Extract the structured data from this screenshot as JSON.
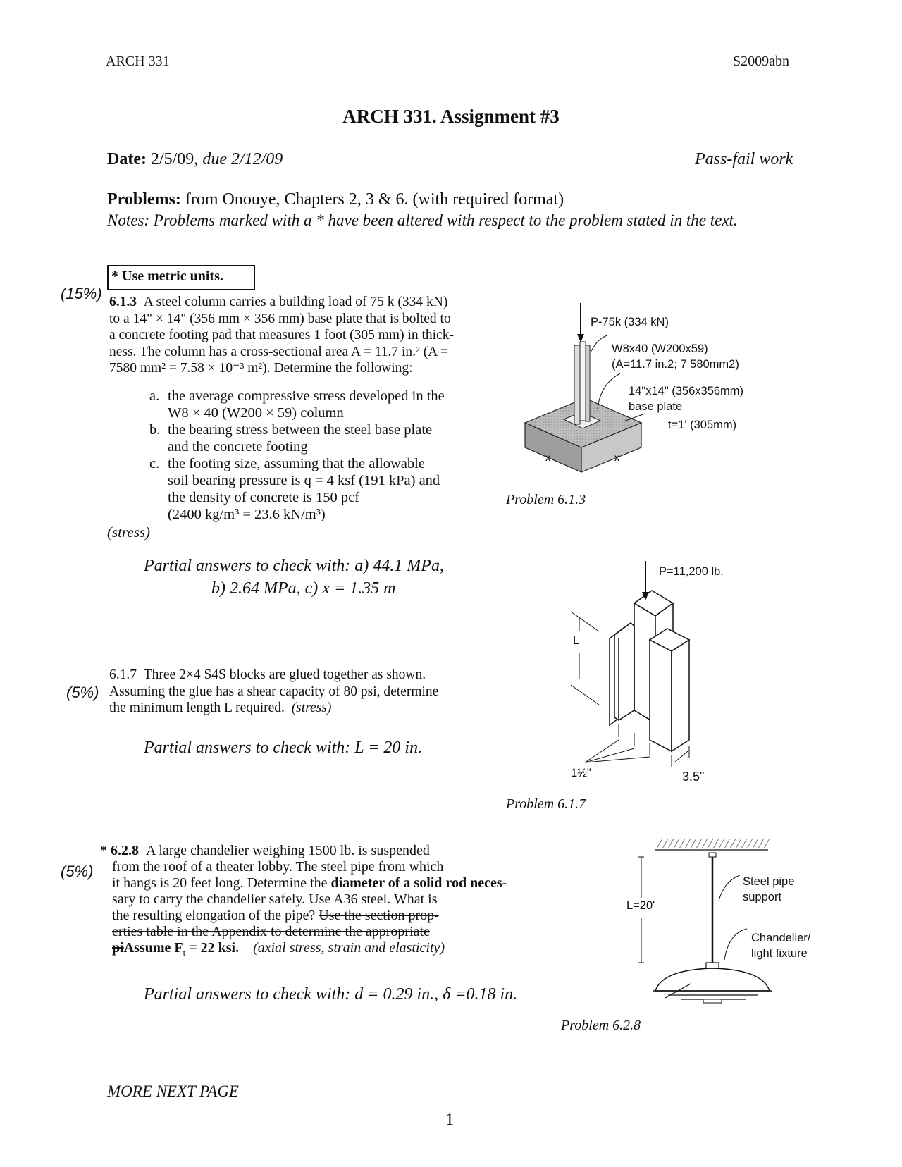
{
  "header": {
    "left": "ARCH 331",
    "right": "S2009abn"
  },
  "title": "ARCH 331.  Assignment #3",
  "date": {
    "label": "Date:",
    "value": "2/5/09,",
    "due": "due 2/12/09",
    "pass_fail": "Pass-fail work"
  },
  "problems_line": {
    "label": "Problems:",
    "text": "from Onouye, Chapters 2, 3 & 6.  (with required format)"
  },
  "notes_line": "Notes:  Problems marked with a * have been altered with respect to the problem stated in the text.",
  "p613": {
    "box": "* Use metric units.",
    "percent": "(15%)",
    "number": "6.1.3",
    "text_lines": [
      "A steel column carries a building load of 75 k (334 kN)",
      "to a 14\" × 14\" (356 mm × 356 mm) base plate that is bolted to",
      "a concrete footing pad that measures 1 foot (305 mm) in thick-",
      "ness. The column has a cross-sectional area A = 11.7 in.² (A =",
      "7580 mm² = 7.58 × 10⁻³ m²). Determine the following:"
    ],
    "items": [
      {
        "label": "a.",
        "lines": [
          "the average compressive stress developed in the",
          "W8 × 40 (W200 × 59) column"
        ]
      },
      {
        "label": "b.",
        "lines": [
          "the bearing stress between the steel base plate",
          "and the concrete footing"
        ]
      },
      {
        "label": "c.",
        "lines": [
          "the footing size, assuming that the allowable",
          "soil bearing pressure is q = 4 ksf (191 kPa) and",
          "the density of concrete is 150 pcf",
          "(2400 kg/m³ = 23.6 kN/m³)"
        ]
      }
    ],
    "topic": "(stress)",
    "answers_line1": "Partial answers to check with:  a) 44.1 MPa,",
    "answers_line2": "b) 2.64 MPa, c) x = 1.35 m",
    "figure": {
      "load": "P-75k (334 kN)",
      "section": "W8x40 (W200x59)",
      "area": "(A=11.7 in.2;  7 580mm2)",
      "plate": "14\"x14\"  (356x356mm)",
      "plate2": "base plate",
      "thickness": "t=1'  (305mm)",
      "x": "x",
      "caption": "Problem 6.1.3"
    }
  },
  "p617": {
    "number": "6.1.7",
    "percent": "(5%)",
    "text_lines": [
      "Three 2×4 S4S blocks are glued together as shown.",
      "Assuming the glue has a shear capacity of 80 psi, determine",
      "the minimum length L required."
    ],
    "topic": "(stress)",
    "answers": "Partial answers to check with:  L = 20 in.",
    "figure": {
      "load": "P=11,200 lb.",
      "L": "L",
      "dim1": "1½\"",
      "dim2": "3.5\"",
      "caption": "Problem 6.1.7"
    }
  },
  "p628": {
    "star": "*",
    "number": "6.2.8",
    "percent": "(5%)",
    "line1": "A large chandelier weighing 1500 lb. is suspended",
    "line2": "from the roof of a theater lobby. The steel pipe from which",
    "line3a": "it hangs is 20 feet long. Determine the ",
    "line3b": "diameter of a solid rod neces-",
    "line4": "sary to carry the chandelier safely. Use A36 steel. What is",
    "line5a": "the resulting elongation of the pipe? ",
    "line5b": "Use the section prop-",
    "line6": "erties table in the Appendix to determine the appropriate",
    "line7a": "pi",
    "line7b": "Assume F",
    "line7sub": "t",
    "line7c": " = 22 ksi.",
    "topic": "(axial stress, strain and elasticity)",
    "answers": "Partial answers to check with:  d = 0.29 in., δ =0.18  in.",
    "figure": {
      "length": "L=20'",
      "pipe": "Steel pipe",
      "pipe2": "support",
      "chand": "Chandelier/",
      "chand2": "light fixture",
      "caption": "Problem 6.2.8"
    }
  },
  "footer": {
    "more": "MORE NEXT PAGE",
    "page": "1"
  }
}
